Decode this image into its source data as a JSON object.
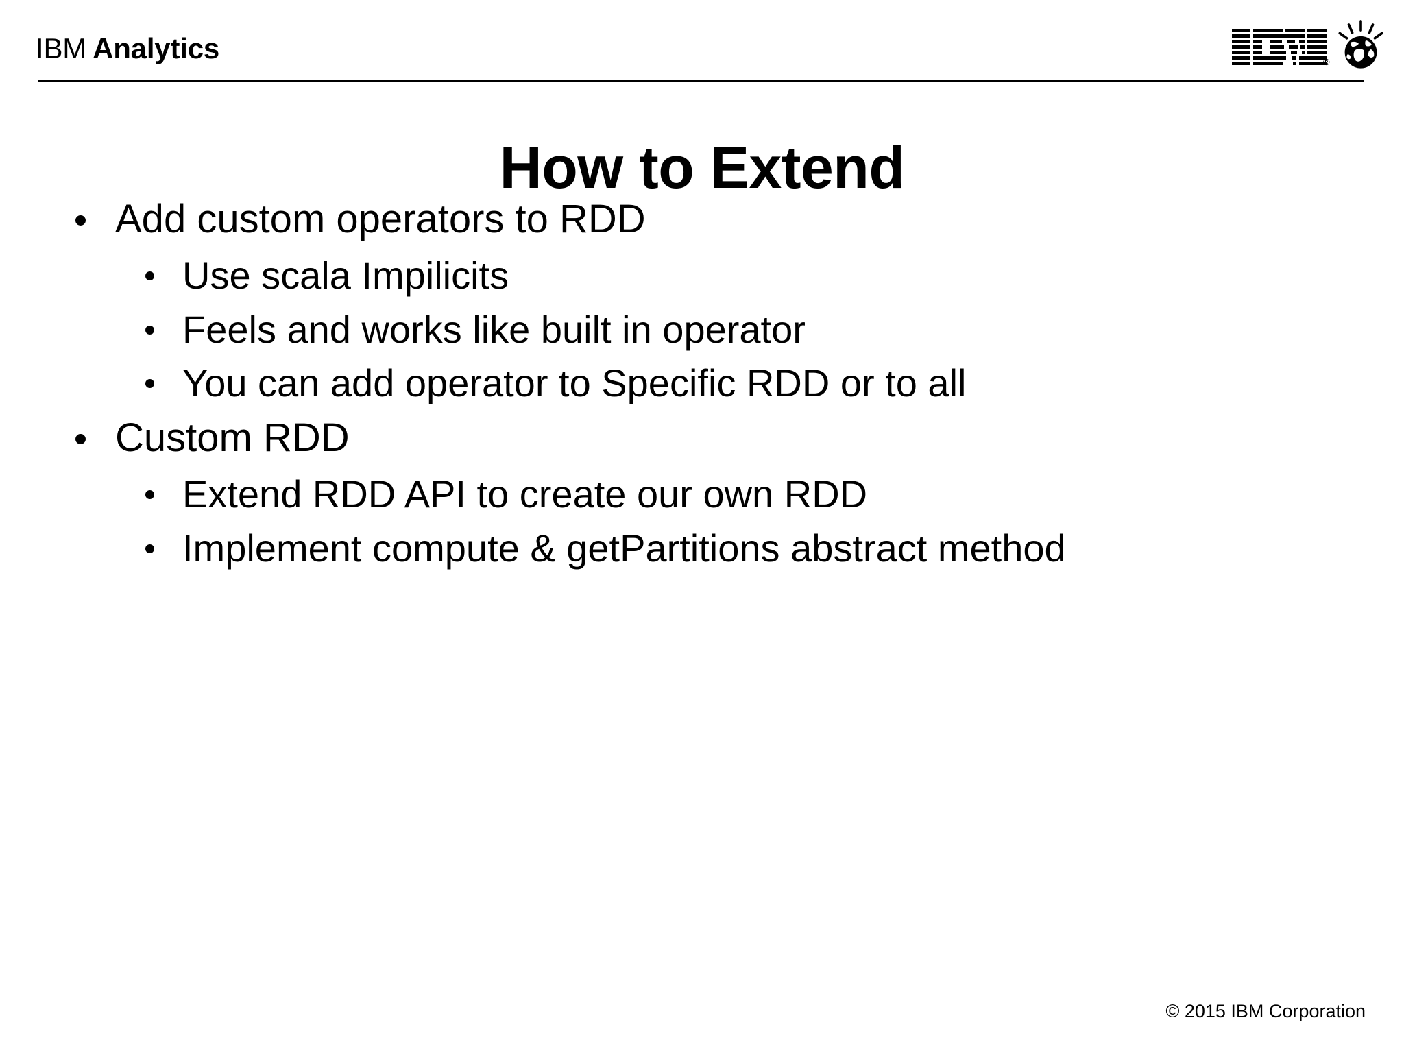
{
  "slide": {
    "background_color": "#ffffff",
    "text_color": "#000000"
  },
  "header": {
    "brand_primary": "IBM",
    "brand_secondary": "Analytics",
    "logo_wordmark": "IBM",
    "logo_registered_mark": "®",
    "planet_icon_name": "smarter-planet-globe-icon"
  },
  "title": {
    "text": "How to Extend"
  },
  "body": {
    "bullets": [
      {
        "level": 1,
        "text": "Add custom operators to RDD"
      },
      {
        "level": 2,
        "text": "Use scala Impilicits"
      },
      {
        "level": 2,
        "text": "Feels and works like built in operator"
      },
      {
        "level": 2,
        "text": "You can add operator to Specific RDD or to all"
      },
      {
        "level": 1,
        "text": "Custom RDD"
      },
      {
        "level": 2,
        "text": "Extend RDD API to create our own RDD"
      },
      {
        "level": 2,
        "text": "Implement compute & getPartitions abstract method"
      }
    ]
  },
  "footer": {
    "copyright": "© 2015 IBM Corporation"
  }
}
